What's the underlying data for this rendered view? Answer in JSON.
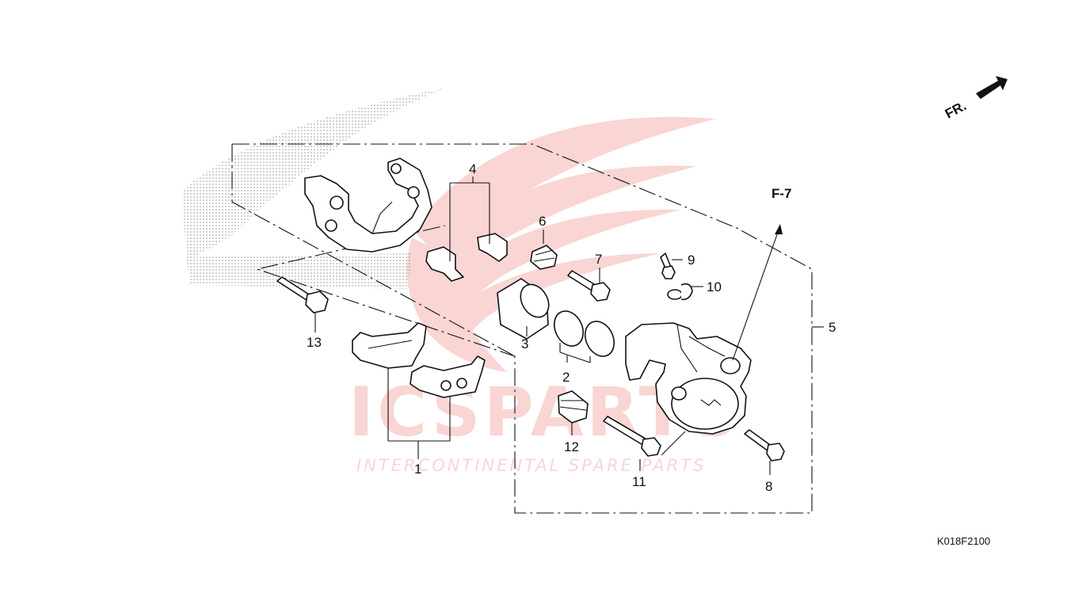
{
  "diagram": {
    "part_numbers": [
      "1",
      "2",
      "3",
      "4",
      "5",
      "6",
      "7",
      "8",
      "9",
      "10",
      "11",
      "12",
      "13"
    ],
    "reference_label": "F-7",
    "direction_label": "FR.",
    "diagram_code": "K018F2100"
  },
  "watermark": {
    "brand_text": "ICSPARTS",
    "tagline": "INTERCONTINENTAL SPARE PARTS",
    "color": "#e8453c"
  }
}
